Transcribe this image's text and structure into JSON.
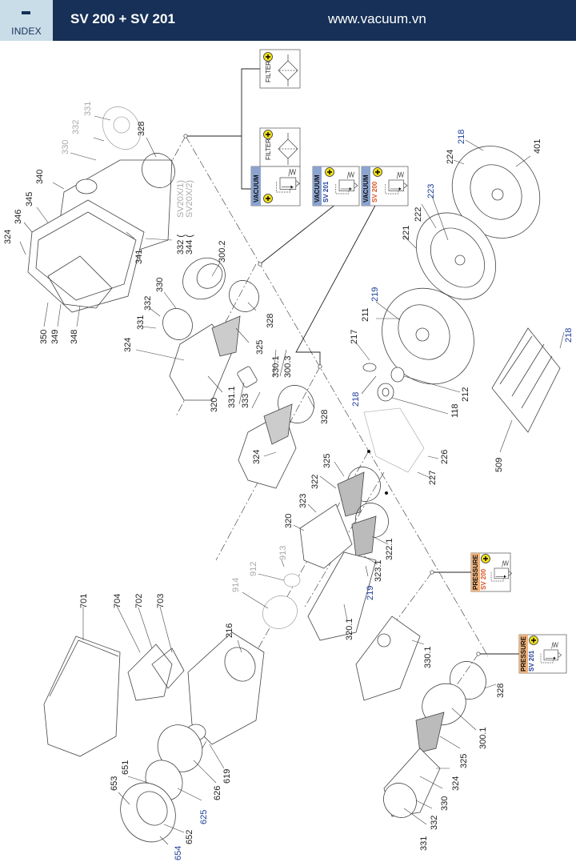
{
  "header": {
    "index_label": "INDEX",
    "index_icon": "minus-icon",
    "title": "SV 200 + SV 201",
    "website": "www.vacuum.vn"
  },
  "colors": {
    "header_bg": "#163057",
    "index_bg": "#c9dde9",
    "label_black": "#222222",
    "label_blue": "#1f3f9a",
    "label_grey": "#aaaaaa",
    "sv200_orange": "#d9531e",
    "sv201_blue": "#1f3f9a",
    "vacuum_band": "#8ba3cf",
    "pressure_band": "#f0b27a",
    "plus_yellow": "#f3e21a"
  },
  "symbols": {
    "filter_1": {
      "label": "FILTER"
    },
    "filter_2": {
      "label": "FILTER"
    },
    "vacuum_valve": {
      "label": "VACUUM"
    },
    "vacuum_sv201": {
      "label": "VACUUM",
      "model": "SV 201"
    },
    "vacuum_sv200": {
      "label": "VACUUM",
      "model": "SV 200"
    },
    "pressure_sv200": {
      "label": "PRESSURE",
      "model": "SV 200"
    },
    "pressure_sv201": {
      "label": "PRESSURE",
      "model": "SV 201"
    }
  },
  "callouts": [
    {
      "id": "331-top",
      "text": "331",
      "style": "grey"
    },
    {
      "id": "332-top",
      "text": "332",
      "style": "grey"
    },
    {
      "id": "330-top",
      "text": "330",
      "style": "grey"
    },
    {
      "id": "328-top",
      "text": "328",
      "style": "black"
    },
    {
      "id": "340",
      "text": "340",
      "style": "black"
    },
    {
      "id": "345",
      "text": "345",
      "style": "black"
    },
    {
      "id": "346",
      "text": "346",
      "style": "black"
    },
    {
      "id": "324-top",
      "text": "324",
      "style": "black"
    },
    {
      "id": "332-344-a",
      "text": "332 (",
      "style": "black"
    },
    {
      "id": "332-344-b",
      "text": "344 (",
      "style": "black"
    },
    {
      "id": "sv20x1",
      "text": "SV20X/1)",
      "style": "grey"
    },
    {
      "id": "sv20x2",
      "text": "SV20X/2)",
      "style": "grey"
    },
    {
      "id": "341",
      "text": "341",
      "style": "black"
    },
    {
      "id": "350",
      "text": "350",
      "style": "black"
    },
    {
      "id": "349",
      "text": "349",
      "style": "black"
    },
    {
      "id": "348",
      "text": "348",
      "style": "black"
    },
    {
      "id": "300.2",
      "text": "300.2",
      "style": "black"
    },
    {
      "id": "330-mid",
      "text": "330",
      "style": "black"
    },
    {
      "id": "332-mid",
      "text": "332",
      "style": "black"
    },
    {
      "id": "331-mid",
      "text": "331",
      "style": "black"
    },
    {
      "id": "324-mid",
      "text": "324",
      "style": "black"
    },
    {
      "id": "328-mid",
      "text": "328",
      "style": "black"
    },
    {
      "id": "325-mid",
      "text": "325",
      "style": "black"
    },
    {
      "id": "320-mid",
      "text": "320",
      "style": "black"
    },
    {
      "id": "330.1-a",
      "text": "330.1",
      "style": "black"
    },
    {
      "id": "300.3",
      "text": "300.3",
      "style": "black"
    },
    {
      "id": "331.1",
      "text": "331.1",
      "style": "black"
    },
    {
      "id": "333",
      "text": "333",
      "style": "black"
    },
    {
      "id": "328-mid2",
      "text": "328",
      "style": "black"
    },
    {
      "id": "324-low",
      "text": "324",
      "style": "black"
    },
    {
      "id": "218-top",
      "text": "218",
      "style": "blue"
    },
    {
      "id": "224",
      "text": "224",
      "style": "black"
    },
    {
      "id": "401",
      "text": "401",
      "style": "black"
    },
    {
      "id": "222",
      "text": "222",
      "style": "black"
    },
    {
      "id": "223",
      "text": "223",
      "style": "blue"
    },
    {
      "id": "221",
      "text": "221",
      "style": "black"
    },
    {
      "id": "219-top",
      "text": "219",
      "style": "blue"
    },
    {
      "id": "211",
      "text": "211",
      "style": "black"
    },
    {
      "id": "217",
      "text": "217",
      "style": "black"
    },
    {
      "id": "218-mid",
      "text": "218",
      "style": "blue"
    },
    {
      "id": "212",
      "text": "212",
      "style": "black"
    },
    {
      "id": "118",
      "text": "118",
      "style": "black"
    },
    {
      "id": "218-right",
      "text": "218",
      "style": "blue"
    },
    {
      "id": "509",
      "text": "509",
      "style": "black"
    },
    {
      "id": "226",
      "text": "226",
      "style": "black"
    },
    {
      "id": "227",
      "text": "227",
      "style": "black"
    },
    {
      "id": "325-low",
      "text": "325",
      "style": "black"
    },
    {
      "id": "322",
      "text": "322",
      "style": "black"
    },
    {
      "id": "323",
      "text": "323",
      "style": "black"
    },
    {
      "id": "320-low",
      "text": "320",
      "style": "black"
    },
    {
      "id": "322.1",
      "text": "322.1",
      "style": "black"
    },
    {
      "id": "323.1",
      "text": "323.1",
      "style": "black"
    },
    {
      "id": "219-low",
      "text": "219",
      "style": "blue"
    },
    {
      "id": "320.1",
      "text": "320.1",
      "style": "black"
    },
    {
      "id": "913",
      "text": "913",
      "style": "grey"
    },
    {
      "id": "912",
      "text": "912",
      "style": "grey"
    },
    {
      "id": "914",
      "text": "914",
      "style": "grey"
    },
    {
      "id": "216",
      "text": "216",
      "style": "black"
    },
    {
      "id": "701",
      "text": "701",
      "style": "black"
    },
    {
      "id": "704",
      "text": "704",
      "style": "black"
    },
    {
      "id": "702",
      "text": "702",
      "style": "black"
    },
    {
      "id": "703",
      "text": "703",
      "style": "black"
    },
    {
      "id": "330.1-b",
      "text": "330.1",
      "style": "black"
    },
    {
      "id": "328-low",
      "text": "328",
      "style": "black"
    },
    {
      "id": "300.1",
      "text": "300.1",
      "style": "black"
    },
    {
      "id": "325-bot",
      "text": "325",
      "style": "black"
    },
    {
      "id": "324-bot",
      "text": "324",
      "style": "black"
    },
    {
      "id": "330-bot",
      "text": "330",
      "style": "black"
    },
    {
      "id": "332-bot",
      "text": "332",
      "style": "black"
    },
    {
      "id": "331-bot",
      "text": "331",
      "style": "black"
    },
    {
      "id": "619",
      "text": "619",
      "style": "black"
    },
    {
      "id": "626",
      "text": "626",
      "style": "black"
    },
    {
      "id": "625",
      "text": "625",
      "style": "blue"
    },
    {
      "id": "651",
      "text": "651",
      "style": "black"
    },
    {
      "id": "653",
      "text": "653",
      "style": "black"
    },
    {
      "id": "652",
      "text": "652",
      "style": "black"
    },
    {
      "id": "654",
      "text": "654",
      "style": "blue"
    }
  ]
}
